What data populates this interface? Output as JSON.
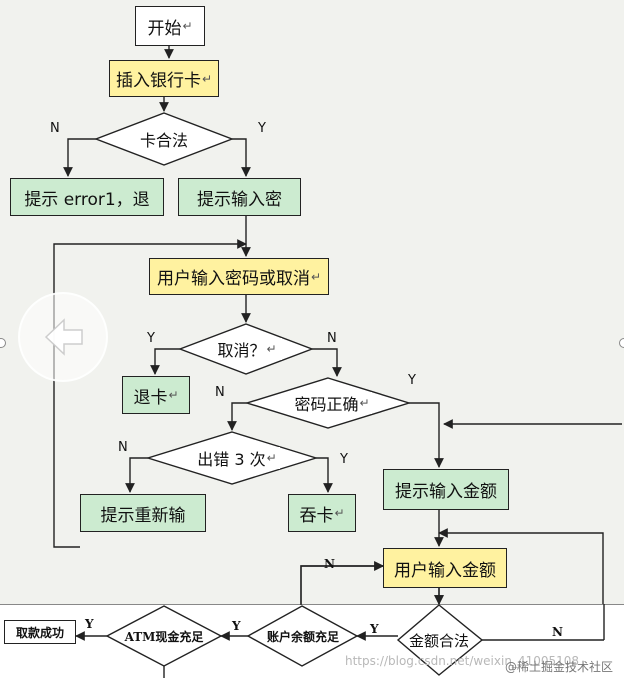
{
  "nodes": {
    "start": "开始",
    "insert_card": "插入银行卡",
    "card_valid": "卡合法",
    "error_exit": "提示 error1，退",
    "prompt_password": "提示输入密",
    "user_input_password": "用户输入密码或取消",
    "cancel_q": "取消？",
    "eject_card": "退卡",
    "password_correct": "密码正确",
    "error_3_times": "出错 3 次",
    "retry_prompt": "提示重新输",
    "swallow_card": "吞卡",
    "prompt_amount": "提示输入金额",
    "user_input_amount": "用户输入金额",
    "amount_valid": "金额合法",
    "balance_sufficient": "账户余额充足",
    "atm_cash_sufficient": "ATM现金充足",
    "withdraw_success": "取款成功"
  },
  "labels": {
    "yes": "Y",
    "no": "N"
  },
  "return_mark": "↵",
  "watermark": {
    "url": "https://blog.csdn.net/weixin_41005108",
    "site": "@稀土掘金技术社区"
  },
  "colors": {
    "process_yellow": "#fff2a0",
    "process_green": "#ccebd0",
    "line": "#222222"
  }
}
